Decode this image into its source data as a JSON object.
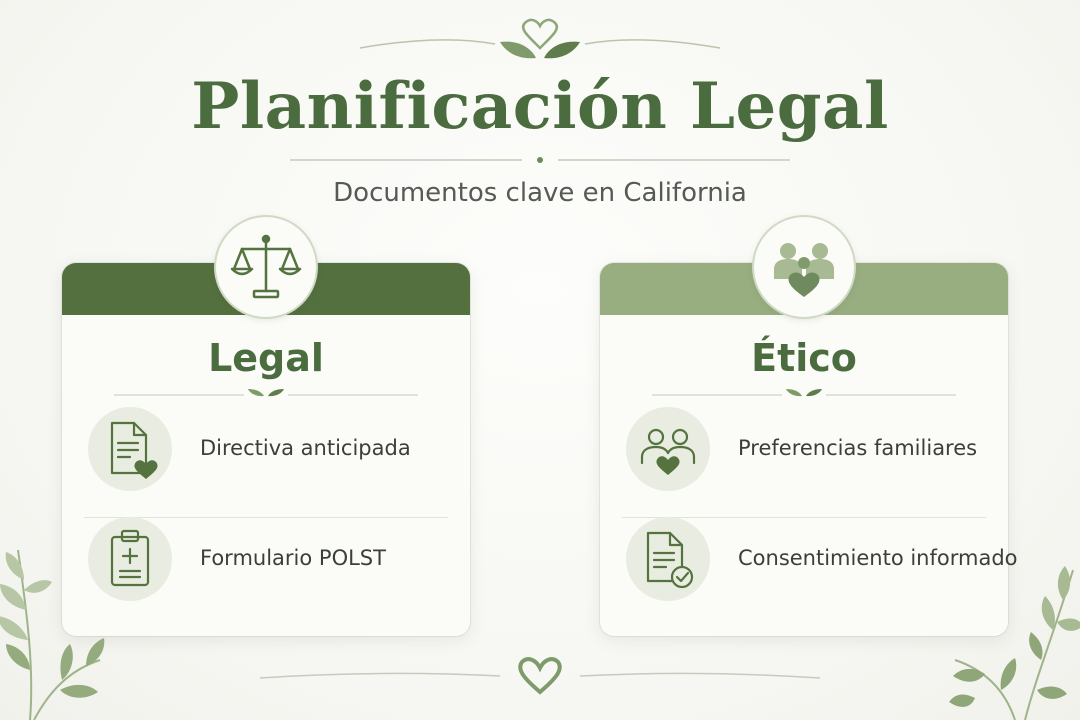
{
  "header": {
    "title": "Planificación Legal",
    "subtitle": "Documentos clave en California"
  },
  "cards": [
    {
      "title": "Legal",
      "badge_icon": "scales-of-justice-icon",
      "items": [
        {
          "label": "Directiva anticipada",
          "icon": "document-heart-icon"
        },
        {
          "label": "Formulario POLST",
          "icon": "clipboard-medical-icon"
        }
      ]
    },
    {
      "title": "Ético",
      "badge_icon": "family-heart-icon",
      "items": [
        {
          "label": "Preferencias familiares",
          "icon": "people-heart-icon"
        },
        {
          "label": "Consentimiento informado",
          "icon": "document-check-icon"
        }
      ]
    }
  ],
  "colors": {
    "primary_green": "#54703f",
    "secondary_green": "#98ad80",
    "title_green": "#4b6c3f",
    "background": "#f6f6f2"
  }
}
